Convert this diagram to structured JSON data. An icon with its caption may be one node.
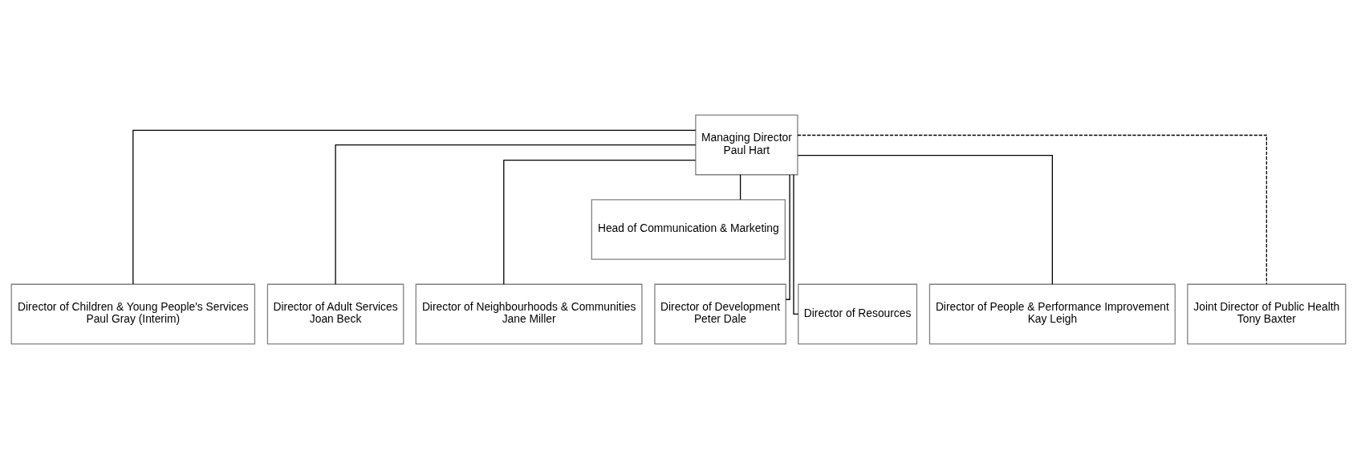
{
  "diagram": {
    "nodes": [
      {
        "text": [
          "Managing Director",
          "Paul Hart"
        ]
      },
      {
        "text": [
          "Head of Communication & Marketing"
        ]
      },
      {
        "text": [
          "Director of Children & Young People's Services",
          "Paul Gray (Interim)"
        ]
      },
      {
        "text": [
          "Director of Adult Services",
          "Joan Beck"
        ]
      },
      {
        "text": [
          "Director of Neighbourhoods & Communities",
          "Jane Miller"
        ]
      },
      {
        "text": [
          "Director of Development",
          "Peter Dale"
        ]
      },
      {
        "text": [
          "Director of Resources"
        ]
      },
      {
        "text": [
          "Director of People & Performance Improvement",
          "Kay Leigh"
        ]
      },
      {
        "text": [
          "Joint Director of Public Health",
          "Tony Baxter"
        ]
      }
    ],
    "edges": [
      {
        "from": 0,
        "to": 1,
        "arrow": "none"
      },
      {
        "from": 0,
        "to": 2,
        "arrow": "none"
      },
      {
        "from": 0,
        "to": 3,
        "arrow": "none"
      },
      {
        "from": 0,
        "to": 4,
        "arrow": "none"
      },
      {
        "from": 0,
        "to": 5,
        "arrow": "none"
      },
      {
        "from": 0,
        "to": 6,
        "arrow": "none"
      },
      {
        "from": 0,
        "to": 7,
        "arrow": "none"
      },
      {
        "from": 0,
        "to": 8,
        "arrow": "none",
        "style": "dashed"
      }
    ]
  }
}
